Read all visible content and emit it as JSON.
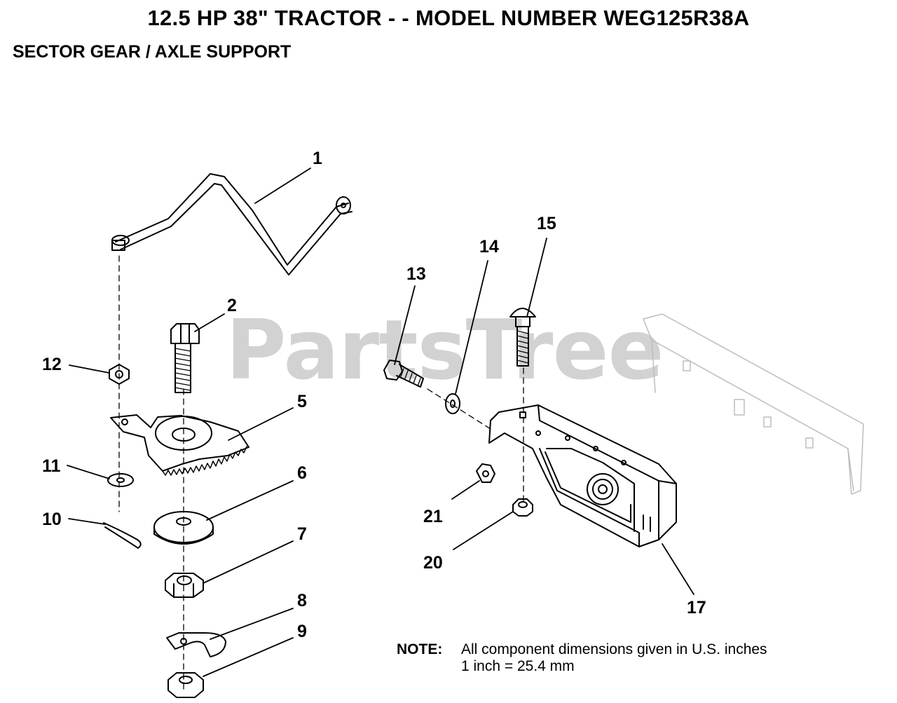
{
  "header": {
    "title": "12.5 HP 38\" TRACTOR - - MODEL NUMBER WEG125R38A",
    "subtitle": "SECTOR GEAR / AXLE SUPPORT"
  },
  "watermark": "PartsTree",
  "callouts": {
    "c1": "1",
    "c2": "2",
    "c5": "5",
    "c6": "6",
    "c7": "7",
    "c8": "8",
    "c9": "9",
    "c10": "10",
    "c11": "11",
    "c12": "12",
    "c13": "13",
    "c14": "14",
    "c15": "15",
    "c17": "17",
    "c20": "20",
    "c21": "21"
  },
  "note": {
    "label": "NOTE:",
    "line1": "All component dimensions given in U.S. inches",
    "line2": "1 inch = 25.4 mm"
  },
  "colors": {
    "ink": "#000000",
    "watermark": "#d2d2d2",
    "background": "#ffffff"
  }
}
